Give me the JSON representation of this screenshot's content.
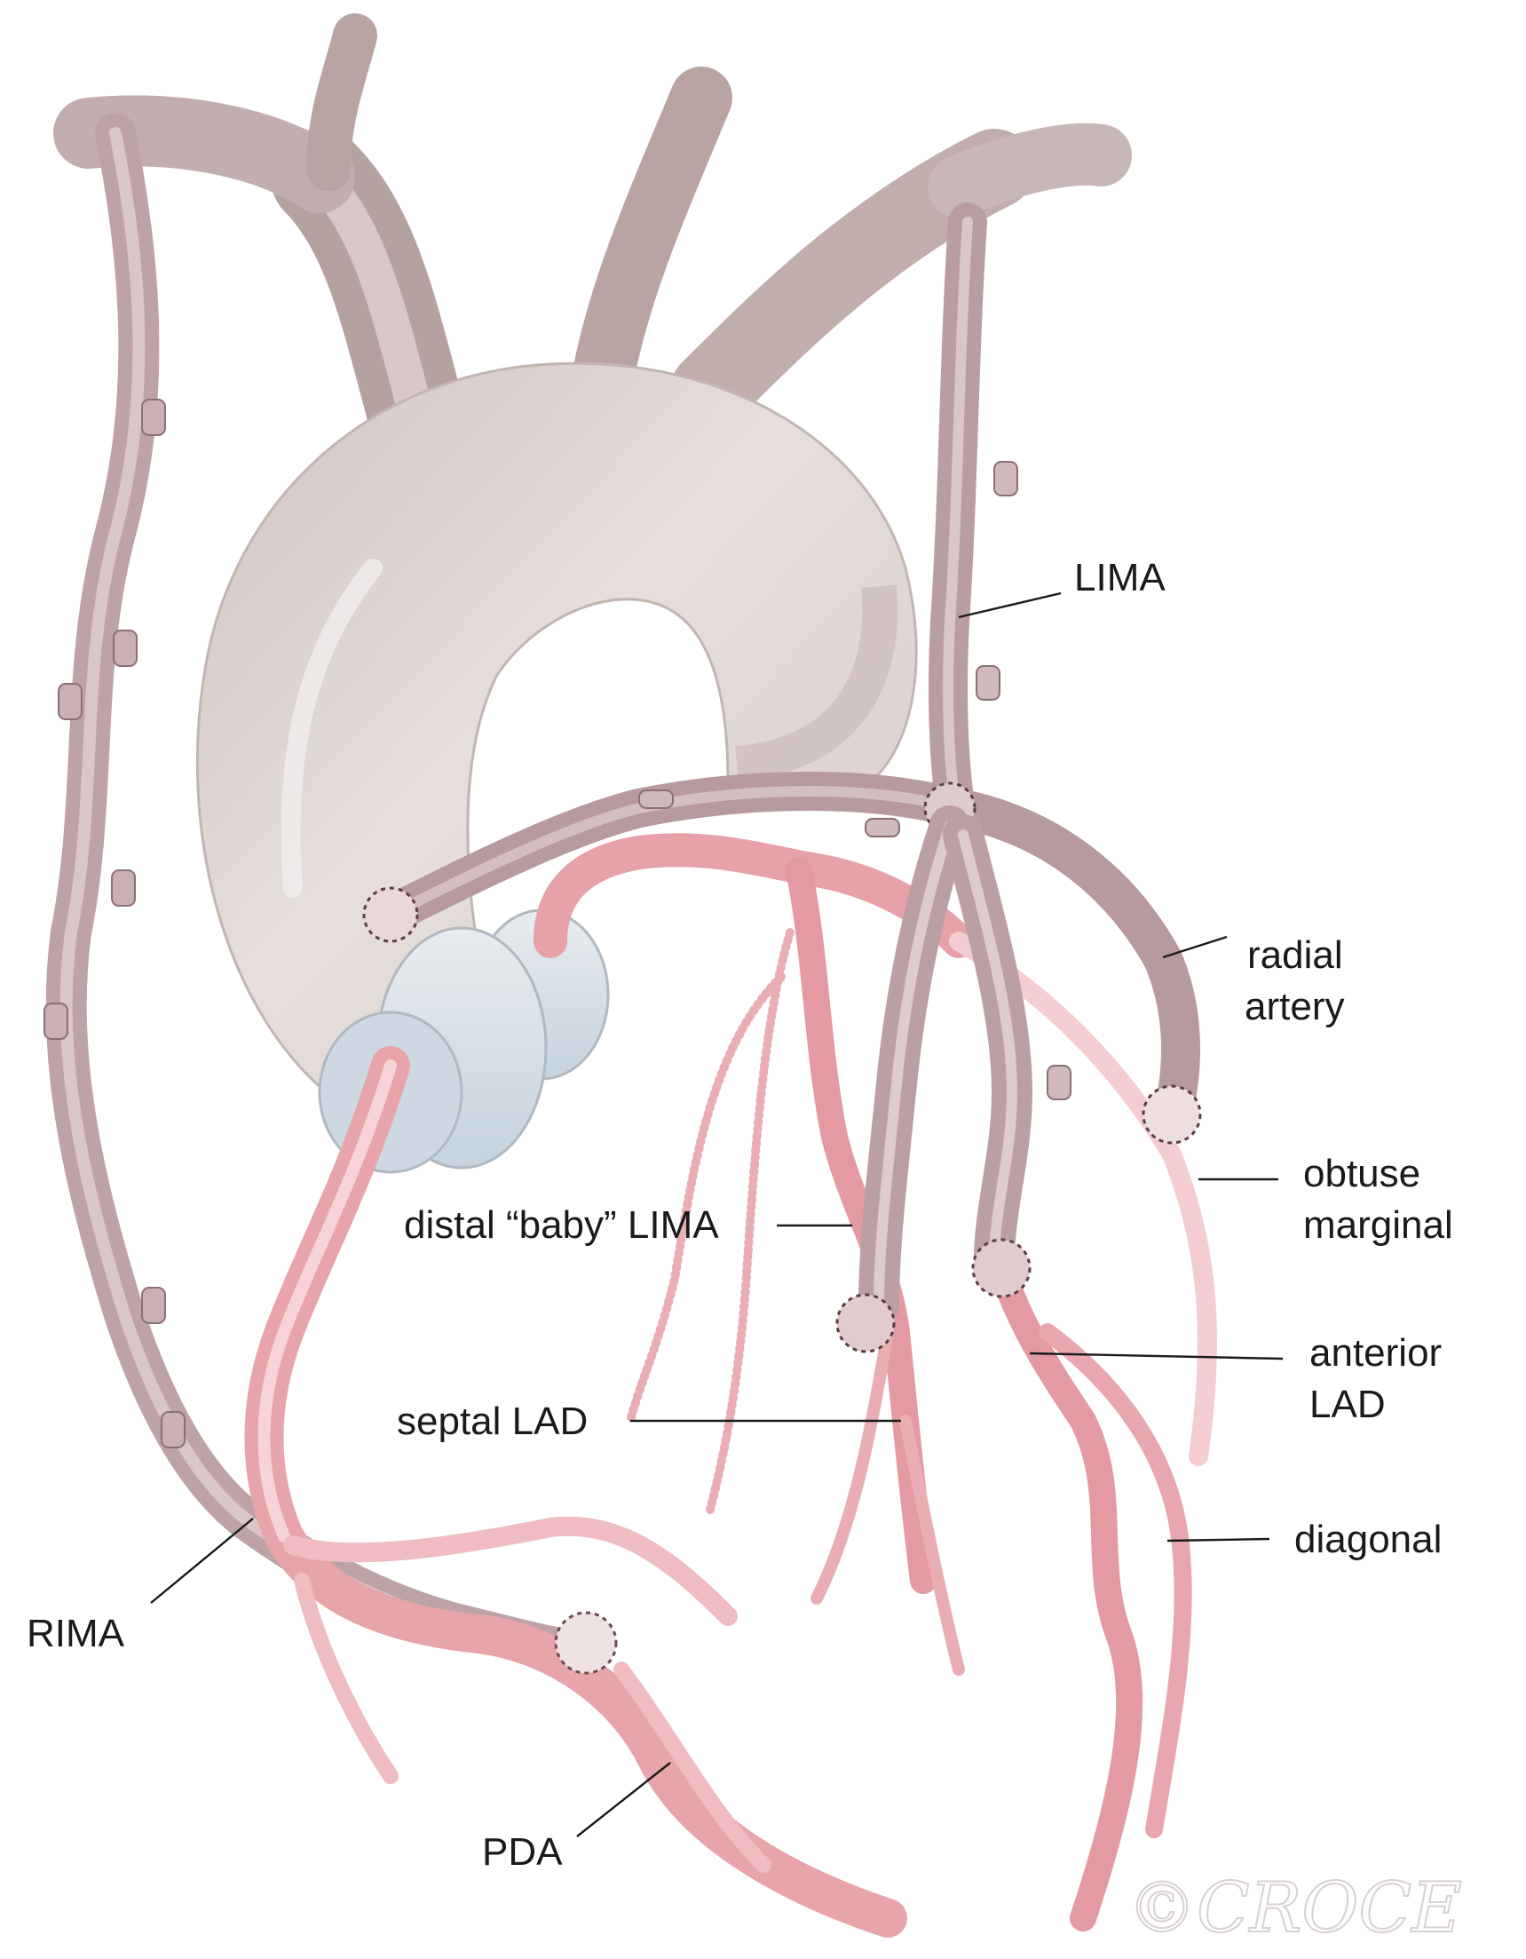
{
  "labels": {
    "lima": "LIMA",
    "radial_line1": "radial",
    "radial_line2": "artery",
    "obtuse_line1": "obtuse",
    "obtuse_line2": "marginal",
    "baby_lima": "distal “baby” LIMA",
    "anterior_line1": "anterior",
    "anterior_line2": "LAD",
    "septal_lad": "septal LAD",
    "diagonal": "diagonal",
    "rima": "RIMA",
    "pda": "PDA"
  },
  "signature": "©CROCE",
  "colors": {
    "aorta": "#e1d9d6",
    "aorta_shade": "#c9bcb8",
    "graft": "#b99a9d",
    "graft_light": "#d8c3c5",
    "coronary": "#e49aa2",
    "coronary_light": "#f2c9cd",
    "atrium": "#d2dce5",
    "outline": "#8c6f73"
  }
}
